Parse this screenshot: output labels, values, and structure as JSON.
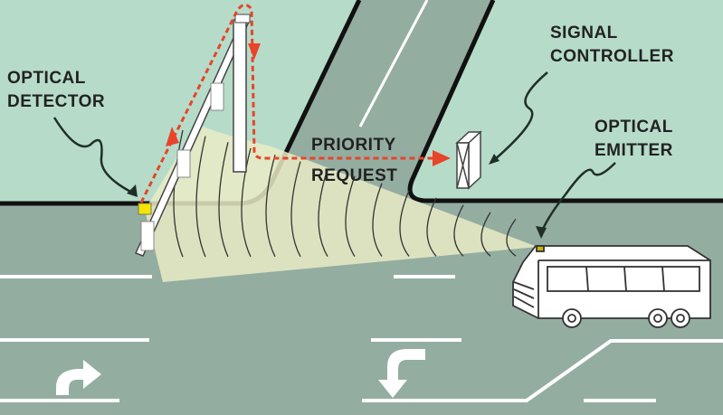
{
  "labels": {
    "optical_detector": [
      "OPTICAL",
      "DETECTOR"
    ],
    "signal_controller": [
      "SIGNAL",
      "CONTROLLER"
    ],
    "optical_emitter": [
      "OPTICAL",
      "EMITTER"
    ],
    "priority_request": [
      "PRIORITY",
      "REQUEST"
    ]
  },
  "colors": {
    "land": "#b6dcc9",
    "road": "#94ada1",
    "beam": "#e9ebc6",
    "signal_path": "#e8442a",
    "detector": "#f2e600",
    "lane_marking": "#ffffff"
  },
  "icons": [
    "turn-right-arrow",
    "turn-left-arrow",
    "bus",
    "signal-controller-box",
    "traffic-signal-mast"
  ]
}
